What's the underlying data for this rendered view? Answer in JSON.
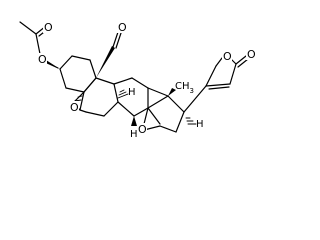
{
  "molecule": {
    "atom_labels": {
      "acetate_carbonyl_oxygen": "O",
      "acetate_ester_oxygen": "O",
      "aldehyde_oxygen": "O",
      "lactone_carbonyl_oxygen": "O",
      "lactone_ring_oxygen": "O",
      "epoxide_a_oxygen": "O",
      "epoxide_b_oxygen": "O",
      "hydrogen_c8": "H",
      "hydrogen_c9": "H",
      "hydrogen_c17": "H",
      "methyl_c18": "CH",
      "methyl_c18_subscript": "3"
    }
  }
}
